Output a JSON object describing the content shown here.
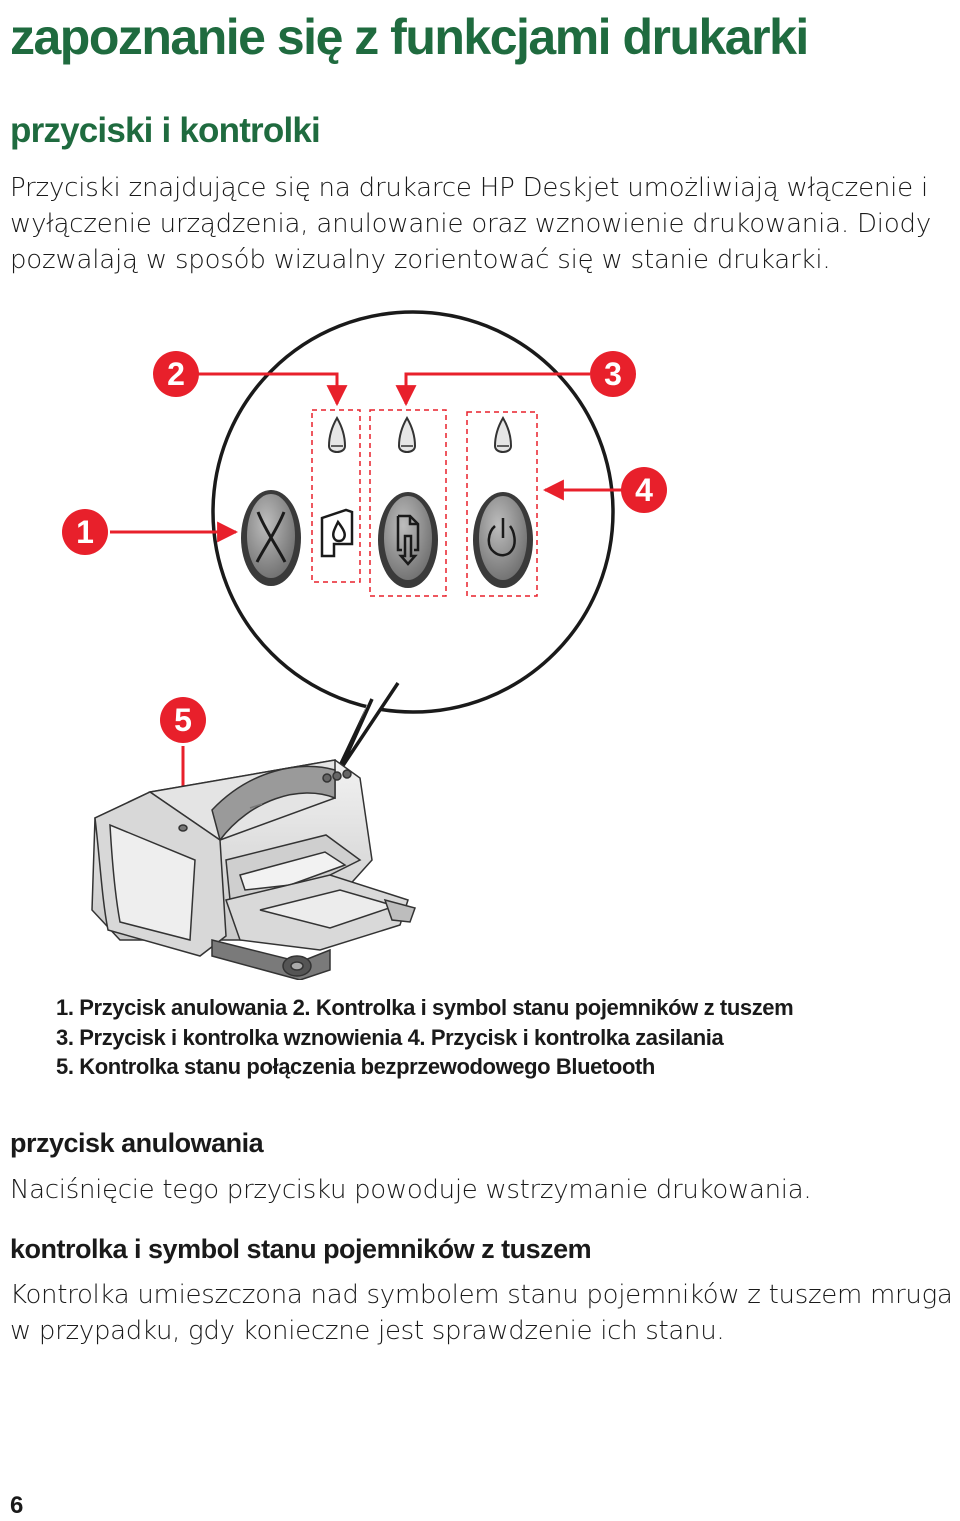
{
  "heading": "zapoznanie się z funkcjami drukarki",
  "subheading": "przyciski i kontrolki",
  "intro": "Przyciski znajdujące się na drukarce HP Deskjet umożliwiają włączenie i wyłączenie urządzenia, anulowanie oraz wznowienie drukowania. Diody pozwalają w sposób wizualny zorientować się w stanie drukarki.",
  "callouts": [
    "1",
    "2",
    "3",
    "4",
    "5"
  ],
  "caption": {
    "line1": "1. Przycisk anulowania 2. Kontrolka i symbol stanu pojemników z tuszem",
    "line2": "3. Przycisk i kontrolka wznowienia 4. Przycisk i kontrolka zasilania",
    "line3": "5. Kontrolka stanu połączenia bezprzewodowego Bluetooth"
  },
  "sections": [
    {
      "heading": "przycisk anulowania",
      "text": "Naciśnięcie tego przycisku powoduje wstrzymanie drukowania."
    },
    {
      "heading": "kontrolka i symbol stanu pojemników z tuszem",
      "text": "Kontrolka umieszczona nad symbolem stanu pojemników z tuszem mruga w przypadku, gdy konieczne jest sprawdzenie ich stanu."
    }
  ],
  "page_number": "6",
  "colors": {
    "heading_green": "#1f6b3f",
    "callout_red": "#e8202b"
  },
  "icons": [
    "cancel-x-icon",
    "ink-cartridge-icon",
    "resume-page-icon",
    "power-icon",
    "led-indicator-icon",
    "arrow-icon"
  ]
}
